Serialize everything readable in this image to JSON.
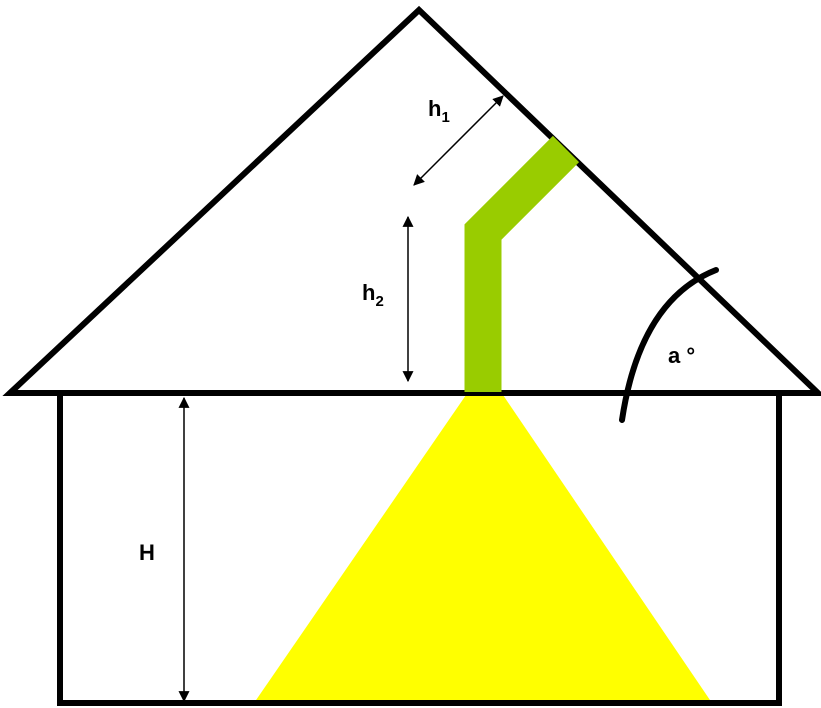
{
  "labels": {
    "h1": {
      "base": "h",
      "sub": "1"
    },
    "h2": {
      "base": "h",
      "sub": "2"
    },
    "H": "H",
    "angle": "a °"
  },
  "colors": {
    "outline": "#000000",
    "pipe": "#99cc00",
    "light_cone": "#ffff00",
    "background": "#ffffff"
  }
}
